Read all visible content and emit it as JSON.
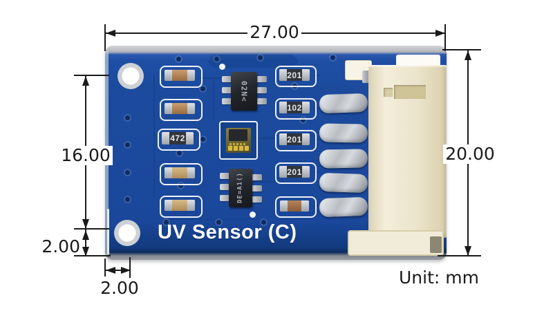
{
  "diagram": {
    "unit_note": "Unit: mm",
    "dimensions": {
      "board_width_mm": "27.00",
      "board_height_mm": "20.00",
      "hole_span_mm": "16.00",
      "hole_bottom_offset_mm": "2.00",
      "hole_left_offset_mm": "2.00"
    }
  },
  "board": {
    "title": "UV Sensor (C)",
    "components": {
      "ic1_marking": "02N<",
      "ic2_marking": "DE=A1()",
      "left_resistor_value": "472",
      "right_resistor_values": [
        "201",
        "102",
        "201",
        "201"
      ]
    }
  },
  "colors": {
    "pcb_blue": "#1c4b9e",
    "pcb_trace": "#16418c",
    "silkscreen_white": "#f2f6fc",
    "connector_cream": "#ebe4cb",
    "solder_silver": "#c6cacf",
    "component_tan": "#c2a878",
    "component_brown": "#a87a50",
    "ic_body_black": "#23262c",
    "dimension_ink": "#1a1a1a"
  }
}
